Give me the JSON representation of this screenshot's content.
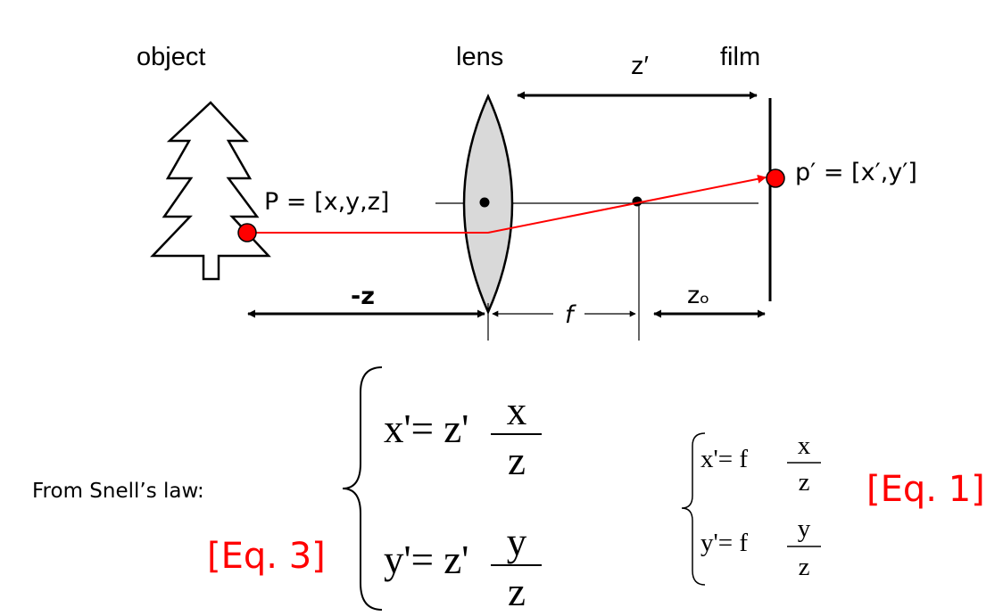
{
  "labels": {
    "object": "object",
    "lens": "lens",
    "film": "film",
    "z_prime": "z′",
    "point_P": "P = [x,y,z]",
    "point_p_prime": "p′ = [x′,y′]",
    "neg_z": "-z",
    "f": "f",
    "z_o": "zₒ"
  },
  "equations": {
    "intro": "From Snell’s law:",
    "eq3_tag": "[Eq. 3]",
    "eq1_tag": "[Eq. 1]",
    "eq3": {
      "x_lhs": "x'= z'",
      "x_num": "x",
      "x_den": "z",
      "y_lhs": "y'= z'",
      "y_num": "y",
      "y_den": "z"
    },
    "eq1": {
      "x_lhs": "x'= f",
      "x_num": "x",
      "x_den": "z",
      "y_lhs": "y'= f",
      "y_num": "y",
      "y_den": "z"
    }
  },
  "colors": {
    "ray": "#ff0000",
    "lens_fill": "#d9d9d9",
    "ink": "#000000",
    "tag": "#ff0000"
  }
}
